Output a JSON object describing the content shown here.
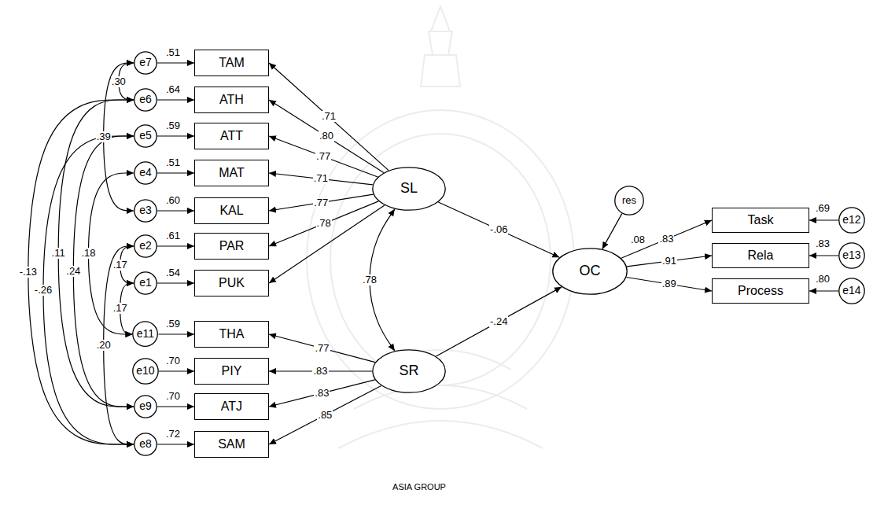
{
  "diagram": {
    "nodes": [
      {
        "text": [
          "e7"
        ]
      },
      {
        "text": [
          "TAM"
        ]
      },
      {
        "text": [
          "e6"
        ]
      },
      {
        "text": [
          "ATH"
        ]
      },
      {
        "text": [
          "e5"
        ]
      },
      {
        "text": [
          "ATT"
        ]
      },
      {
        "text": [
          "e4"
        ]
      },
      {
        "text": [
          "MAT"
        ]
      },
      {
        "text": [
          "e3"
        ]
      },
      {
        "text": [
          "KAL"
        ]
      },
      {
        "text": [
          "e2"
        ]
      },
      {
        "text": [
          "PAR"
        ]
      },
      {
        "text": [
          "e1"
        ]
      },
      {
        "text": [
          "PUK"
        ]
      },
      {
        "text": [
          "e11"
        ]
      },
      {
        "text": [
          "THA"
        ]
      },
      {
        "text": [
          "e10"
        ]
      },
      {
        "text": [
          "PIY"
        ]
      },
      {
        "text": [
          "e9"
        ]
      },
      {
        "text": [
          "ATJ"
        ]
      },
      {
        "text": [
          "e8"
        ]
      },
      {
        "text": [
          "SAM"
        ]
      },
      {
        "text": [
          "SL"
        ]
      },
      {
        "text": [
          "SR"
        ]
      },
      {
        "text": [
          "res"
        ]
      },
      {
        "text": [
          "OC"
        ]
      },
      {
        "text": [
          "Task"
        ]
      },
      {
        "text": [
          "e12"
        ]
      },
      {
        "text": [
          "Rela"
        ]
      },
      {
        "text": [
          "e13"
        ]
      },
      {
        "text": [
          "Process"
        ]
      },
      {
        "text": [
          "e14"
        ]
      }
    ],
    "edges": [
      {
        "from": 0,
        "to": 1,
        "arrow": "to"
      },
      {
        "from": 2,
        "to": 3,
        "arrow": "to"
      },
      {
        "from": 4,
        "to": 5,
        "arrow": "to"
      },
      {
        "from": 6,
        "to": 7,
        "arrow": "to"
      },
      {
        "from": 8,
        "to": 9,
        "arrow": "to"
      },
      {
        "from": 10,
        "to": 11,
        "arrow": "to"
      },
      {
        "from": 12,
        "to": 13,
        "arrow": "to"
      },
      {
        "from": 14,
        "to": 15,
        "arrow": "to"
      },
      {
        "from": 16,
        "to": 17,
        "arrow": "to"
      },
      {
        "from": 18,
        "to": 19,
        "arrow": "to"
      },
      {
        "from": 20,
        "to": 21,
        "arrow": "to"
      },
      {
        "from": 22,
        "to": 1,
        "label": ".71",
        "arrow": "to"
      },
      {
        "from": 22,
        "to": 3,
        "label": ".80",
        "arrow": "to"
      },
      {
        "from": 22,
        "to": 5,
        "label": ".77",
        "arrow": "to"
      },
      {
        "from": 22,
        "to": 7,
        "label": ".71",
        "arrow": "to"
      },
      {
        "from": 22,
        "to": 9,
        "label": ".77",
        "arrow": "to"
      },
      {
        "from": 22,
        "to": 11,
        "label": ".78",
        "arrow": "to"
      },
      {
        "from": 22,
        "to": 13,
        "arrow": "to"
      },
      {
        "from": 23,
        "to": 15,
        "label": ".77",
        "arrow": "to"
      },
      {
        "from": 23,
        "to": 17,
        "label": ".83",
        "arrow": "to"
      },
      {
        "from": 23,
        "to": 19,
        "label": ".83",
        "arrow": "to"
      },
      {
        "from": 23,
        "to": 21,
        "label": ".85",
        "arrow": "to"
      },
      {
        "from": 22,
        "to": 25,
        "label": "-.06",
        "arrow": "to"
      },
      {
        "from": 23,
        "to": 25,
        "label": "-.24",
        "arrow": "to"
      },
      {
        "from": 24,
        "to": 25,
        "arrow": "to"
      },
      {
        "from": 25,
        "to": 26,
        "label": ".83",
        "arrow": "to"
      },
      {
        "from": 25,
        "to": 28,
        "label": ".91",
        "arrow": "to"
      },
      {
        "from": 25,
        "to": 30,
        "label": ".89",
        "arrow": "to"
      },
      {
        "from": 27,
        "to": 26,
        "arrow": "to"
      },
      {
        "from": 29,
        "to": 28,
        "arrow": "to"
      },
      {
        "from": 31,
        "to": 30,
        "arrow": "to"
      },
      {
        "from": 22,
        "to": 23,
        "label": ".78",
        "arrow": "both"
      },
      {
        "from": 0,
        "to": 2,
        "label": ".30",
        "arrow": "both"
      },
      {
        "from": 0,
        "to": 8,
        "label": ".39",
        "arrow": "both"
      },
      {
        "from": 2,
        "to": 18,
        "label": ".11",
        "arrow": "both"
      },
      {
        "from": 4,
        "to": 20,
        "label": "-.26",
        "arrow": "both"
      },
      {
        "from": 2,
        "to": 20,
        "label": "-.13",
        "arrow": "both"
      },
      {
        "from": 6,
        "to": 14,
        "label": ".18",
        "arrow": "both"
      },
      {
        "from": 4,
        "to": 18,
        "label": ".24",
        "arrow": "both"
      },
      {
        "from": 10,
        "to": 20,
        "label": ".20",
        "arrow": "both"
      },
      {
        "from": 10,
        "to": 12,
        "label": ".17",
        "arrow": "both"
      },
      {
        "from": 12,
        "to": 14,
        "label": ".17",
        "arrow": "both"
      }
    ],
    "labels": [
      ".51",
      ".64",
      ".59",
      ".51",
      ".60",
      ".61",
      ".54",
      ".59",
      ".70",
      ".70",
      ".72",
      ".08",
      ".69",
      ".83",
      ".80",
      "ASIA GROUP"
    ]
  }
}
